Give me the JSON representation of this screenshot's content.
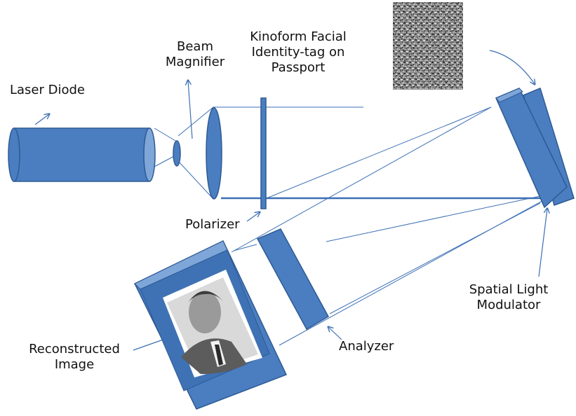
{
  "labels": {
    "laser_diode": "Laser Diode",
    "beam_magnifier": [
      "Beam",
      "Magnifier"
    ],
    "kinoform": [
      "Kinoform Facial",
      "Identity-tag on",
      "Passport"
    ],
    "polarizer": "Polarizer",
    "slm": [
      "Spatial Light",
      "Modulator"
    ],
    "analyzer": "Analyzer",
    "reconstructed": [
      "Reconstructed",
      "Image"
    ]
  },
  "colors": {
    "component_fill": "#4a7ec0",
    "component_light": "#7fa6d8",
    "component_dark": "#2e5a94",
    "beam_line": "#3b6fb5",
    "text": "#111111"
  },
  "icons": {
    "kinoform_pattern": "speckle-noise-image",
    "reconstructed_face": "grayscale-portrait-photo"
  }
}
